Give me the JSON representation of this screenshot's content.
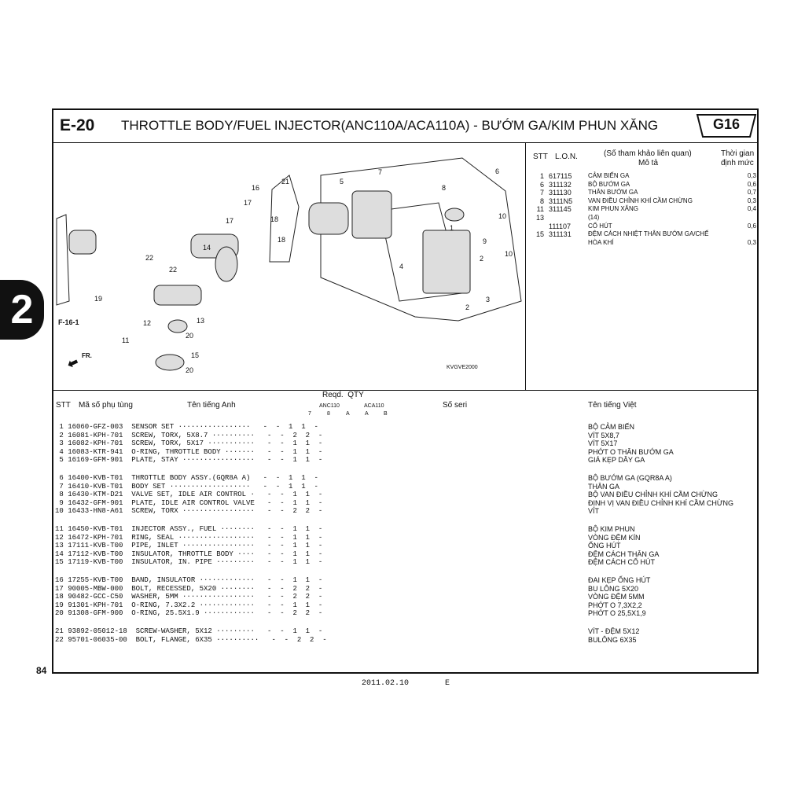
{
  "header": {
    "code": "E-20",
    "title": "THROTTLE BODY/FUEL INJECTOR(ANC110A/ACA110A) - BƯỚM GA/KIM PHUN XĂNG",
    "group": "G16"
  },
  "side_tab": "2",
  "diagram": {
    "callouts": [
      "1",
      "2",
      "2",
      "3",
      "4",
      "5",
      "6",
      "7",
      "8",
      "9",
      "10",
      "10",
      "11",
      "12",
      "13",
      "14",
      "15",
      "16",
      "17",
      "17",
      "18",
      "18",
      "19",
      "20",
      "20",
      "21",
      "22",
      "22"
    ],
    "ref_label": "F-16-1",
    "front_label": "FR.",
    "drawing_code": "KVGVE2000"
  },
  "labor": {
    "headers": {
      "stt": "STT",
      "lon": "L.O.N.",
      "ref": "(Số tham khảo liên quan)",
      "desc": "Mô tả",
      "time1": "Thời gian",
      "time2": "định mức"
    },
    "rows": [
      {
        "stt": "1",
        "lon": "617115",
        "desc": "CẢM BIẾN GA",
        "time": "0,3"
      },
      {
        "stt": "6",
        "lon": "311132",
        "desc": "BỘ BƯỚM GA",
        "time": "0,6"
      },
      {
        "stt": "7",
        "lon": "311130",
        "desc": "THÂN BƯỚM GA",
        "time": "0,7"
      },
      {
        "stt": "8",
        "lon": "3111N5",
        "desc": "VAN ĐIỀU CHỈNH KHÍ CẦM CHỪNG",
        "time": "0,3"
      },
      {
        "stt": "11",
        "lon": "311145",
        "desc": "KIM PHUN XĂNG",
        "time": "0,4"
      },
      {
        "stt": "13",
        "lon": "",
        "desc": "(14)",
        "time": ""
      },
      {
        "stt": "",
        "lon": "111107",
        "desc": "CỔ HÚT",
        "time": "0,6"
      },
      {
        "stt": "15",
        "lon": "311131",
        "desc": "ĐỆM CÁCH NHIỆT THÂN BƯỚM GA/CHẾ",
        "time": ""
      },
      {
        "stt": "",
        "lon": "",
        "desc": "HÒA KHÍ",
        "time": "0,3"
      }
    ]
  },
  "parts_table": {
    "headers": {
      "stt": "STT",
      "part_no": "Mã số phụ tùng",
      "en_name": "Tên tiếng Anh",
      "qty": "Reqd.  QTY",
      "anc": "ANC110",
      "aca": "ACA110",
      "sub": [
        "7",
        "8",
        "A",
        "A",
        "B"
      ],
      "serial": "Số seri",
      "vn_name": "Tên tiếng Việt"
    },
    "groups": [
      {
        "en": " 1 16060-GFZ-003  SENSOR SET ·················   -  -  1  1  -\n 2 16081-KPH-701  SCREW, TORX, 5X8.7 ··········   -  -  2  2  -\n 3 16082-KPH-701  SCREW, TORX, 5X17 ···········   -  -  1  1  -\n 4 16083-KTR-941  O-RING, THROTTLE BODY ·······   -  -  1  1  -\n 5 16169-GFM-901  PLATE, STAY ·················   -  -  1  1  -",
        "vn": "BỘ CẢM BIẾN\nVÍT 5X8,7\nVÍT 5X17\nPHỚT O THÂN BƯỚM GA\nGIÁ KẸP DÂY GA"
      },
      {
        "en": " 6 16400-KVB-T01  THROTTLE BODY ASSY.(GQR8A A)   -  -  1  1  -\n 7 16410-KVB-T01  BODY SET ···················   -  -  1  1  -\n 8 16430-KTM-D21  VALVE SET, IDLE AIR CONTROL ·   -  -  1  1  -\n 9 16432-GFM-901  PLATE, IDLE AIR CONTROL VALVE   -  -  1  1  -\n10 16433-HN8-A61  SCREW, TORX ·················   -  -  2  2  -",
        "vn": "BỘ BƯỚM GA (GQR8A A)\nTHÂN GA\nBỘ VAN ĐIỀU CHỈNH KHÍ CẦM CHỪNG\nĐỊNH VỊ VAN ĐIỀU CHỈNH KHÍ CẦM CHỪNG\nVÍT"
      },
      {
        "en": "11 16450-KVB-T01  INJECTOR ASSY., FUEL ········   -  -  1  1  -\n12 16472-KPH-701  RING, SEAL ··················   -  -  1  1  -\n13 17111-KVB-T00  PIPE, INLET ·················   -  -  1  1  -\n14 17112-KVB-T00  INSULATOR, THROTTLE BODY ····   -  -  1  1  -\n15 17119-KVB-T00  INSULATOR, IN. PIPE ·········   -  -  1  1  -",
        "vn": "BỘ KIM PHUN\nVÒNG ĐỆM KÍN\nỐNG HÚT\nĐỆM CÁCH THÂN GA\nĐỆM CÁCH CỔ HÚT"
      },
      {
        "en": "16 17255-KVB-T00  BAND, INSULATOR ·············   -  -  1  1  -\n17 90005-MBW-000  BOLT, RECESSED, 5X20 ········   -  -  2  2  -\n18 90482-GCC-C50  WASHER, 5MM ·················   -  -  2  2  -\n19 91301-KPH-701  O-RING, 7.3X2.2 ·············   -  -  1  1  -\n20 91308-GFM-900  O-RING, 25.5X1.9 ············   -  -  2  2  -",
        "vn": "ĐAI KẸP ỐNG HÚT\nBU LÔNG 5X20\nVÒNG ĐỆM 5MM\nPHỚT O 7,3X2,2\nPHỚT O 25,5X1,9"
      },
      {
        "en": "21 93892-05012-18  SCREW-WASHER, 5X12 ·········   -  -  1  1  -\n22 95701-06035-00  BOLT, FLANGE, 6X35 ··········   -  -  2  2  -",
        "vn": "VÍT - ĐỆM 5X12\nBULÔNG 6X35"
      }
    ]
  },
  "footer": {
    "page": "84",
    "date": "2011.02.10",
    "edition": "E"
  }
}
